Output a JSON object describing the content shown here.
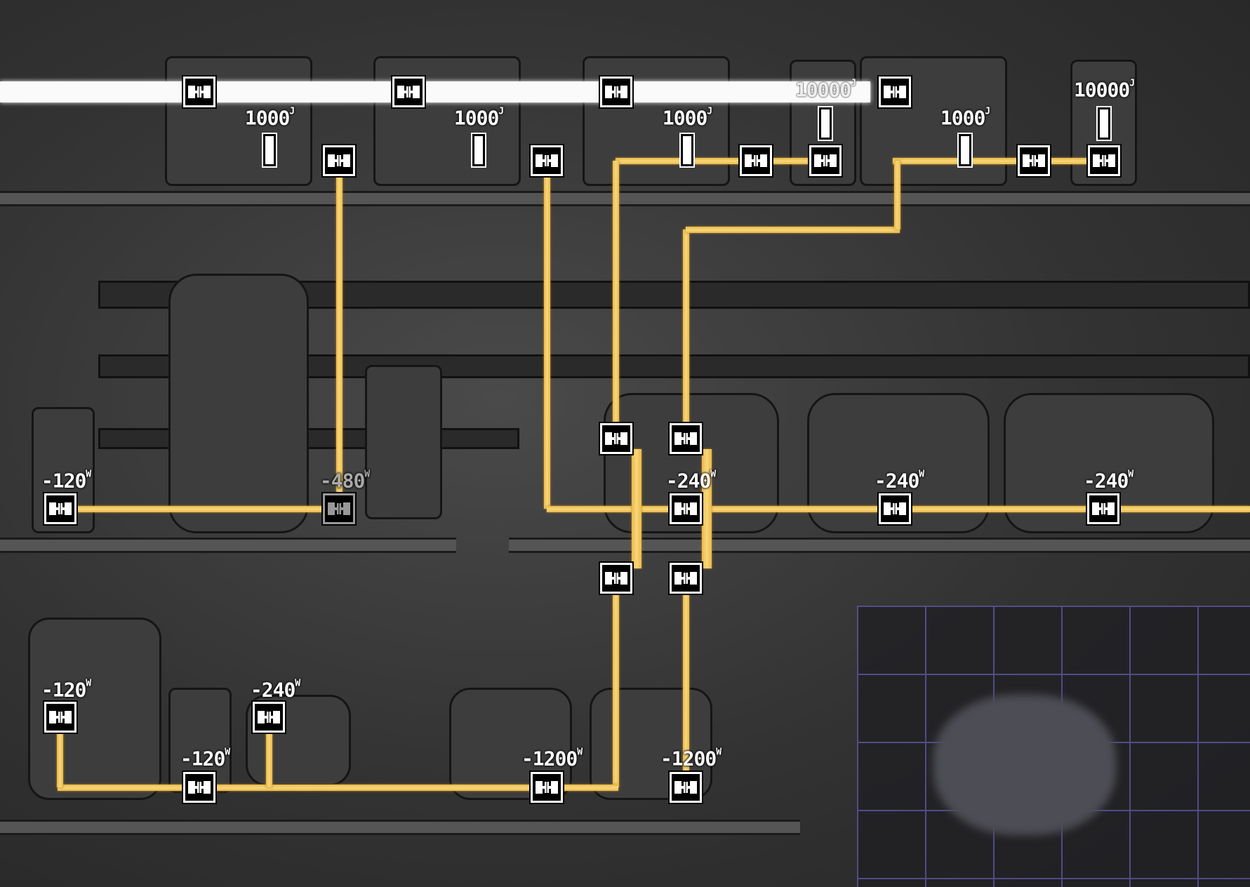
{
  "overlay": "power",
  "colors": {
    "wire": "#f3c85a",
    "heavy_wire": "#fafafa",
    "plug_bg": "#000000",
    "grid": "#5a54a0"
  },
  "batteries": [
    {
      "label": "1000",
      "unit": "J"
    },
    {
      "label": "1000",
      "unit": "J"
    },
    {
      "label": "1000",
      "unit": "J"
    },
    {
      "label": "1000",
      "unit": "J"
    },
    {
      "label": "10000",
      "unit": "J"
    },
    {
      "label": "10000",
      "unit": "J"
    }
  ],
  "consumers": [
    {
      "label": "-120",
      "unit": "W"
    },
    {
      "label": "-480",
      "unit": "W"
    },
    {
      "label": "-240",
      "unit": "W"
    },
    {
      "label": "-240",
      "unit": "W"
    },
    {
      "label": "-240",
      "unit": "W"
    },
    {
      "label": "-120",
      "unit": "W"
    },
    {
      "label": "-240",
      "unit": "W"
    },
    {
      "label": "-120",
      "unit": "W"
    },
    {
      "label": "-1200",
      "unit": "W"
    },
    {
      "label": "-1200",
      "unit": "W"
    }
  ]
}
